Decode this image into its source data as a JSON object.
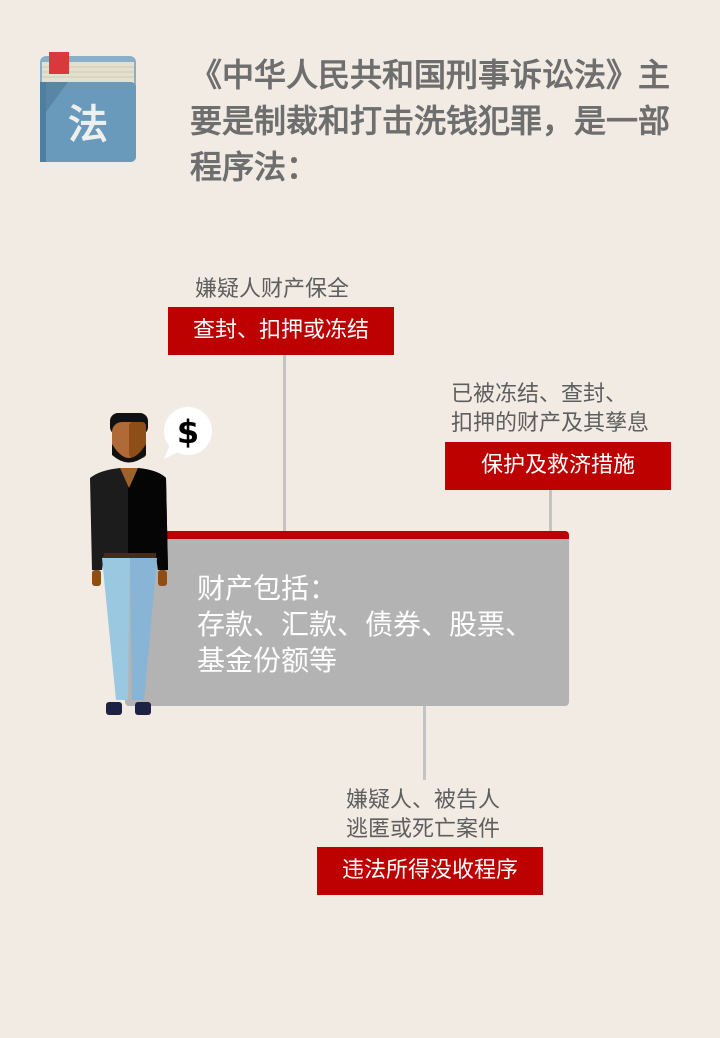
{
  "header": {
    "icon_char": "法",
    "title": "《中华人民共和国刑事诉讼法》主要是制裁和打击洗钱犯罪，是一部程序法："
  },
  "nodes": [
    {
      "label": "嫌疑人财产保全",
      "tag": "查封、扣押或冻结"
    },
    {
      "label_lines": [
        "已被冻结、查封、",
        "扣押的财产及其孳息"
      ],
      "tag": "保护及救济措施"
    },
    {
      "label_lines": [
        "嫌疑人、被告人",
        "逃匿或死亡案件"
      ],
      "tag": "违法所得没收程序"
    }
  ],
  "center": {
    "lines": [
      "财产包括：",
      "存款、汇款、债券、股票、",
      "基金份额等"
    ]
  },
  "bubble": {
    "symbol": "$"
  },
  "colors": {
    "background": "#f2ebe4",
    "accent": "#bd0000",
    "box": "#b3b3b3"
  }
}
